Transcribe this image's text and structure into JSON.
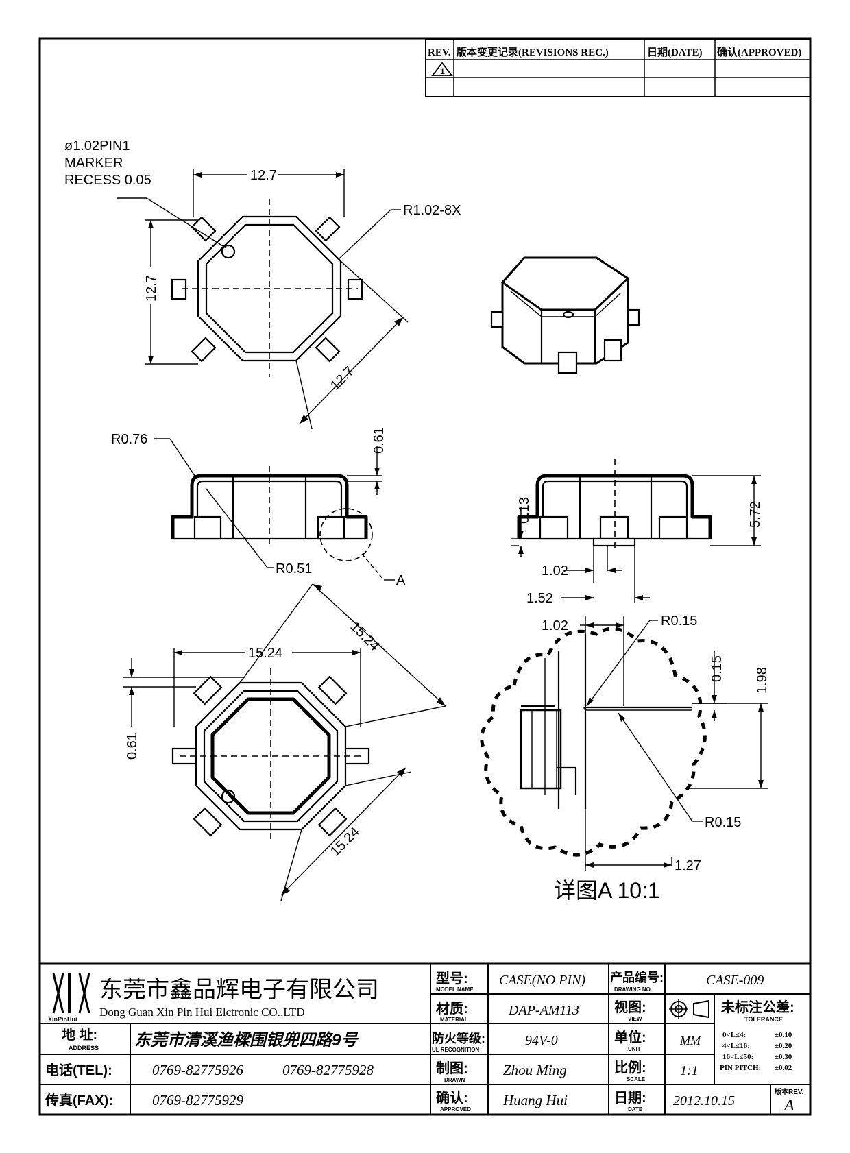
{
  "revision_table": {
    "headers": [
      "REV.",
      "版本变更记录(REVISIONS REC.)",
      "日期(DATE)",
      "确认(APPROVED)"
    ],
    "row1_rev_symbol": "1"
  },
  "top_view": {
    "pin1_marker_lines": [
      "ø1.02PIN1",
      "MARKER",
      "RECESS 0.05"
    ],
    "dim_width": "12.7",
    "dim_height": "12.7",
    "dim_diagonal": "12.7",
    "corner_radius": "R1.02-8X"
  },
  "side_view_left": {
    "r076": "R0.76",
    "d061": "0.61",
    "r051": "R0.51",
    "detail_ref": "A"
  },
  "side_view_right": {
    "d013": "0.13",
    "d572": "5.72",
    "d102": "1.02",
    "d152": "1.52"
  },
  "bottom_view": {
    "dim_width": "15.24",
    "dim_diagonal_top": "15.24",
    "dim_diagonal_bottom": "15.24",
    "d061": "0.61"
  },
  "detail_a": {
    "d102": "1.02",
    "r015_top": "R0.15",
    "d015": "0.15",
    "d198": "1.98",
    "r015_bottom": "R0.15",
    "d127": "1.27",
    "caption": "详图A 10:1"
  },
  "title_block": {
    "company_cn": "东莞市鑫品辉电子有限公司",
    "company_en": "Dong Guan Xin Pin Hui Elctronic CO.,LTD",
    "logo_text": "XinPinHui",
    "address_label": "地  址:",
    "address_label_en": "ADDRESS",
    "address_value": "东莞市清溪渔樑围银兜四路9号",
    "tel_label": "电话(TEL):",
    "tel_value1": "0769-82775926",
    "tel_value2": "0769-82775928",
    "fax_label": "传真(FAX):",
    "fax_value": "0769-82775929",
    "model_label": "型号:",
    "model_label_en": "MODEL NAME",
    "model_value": "CASE(NO PIN)",
    "material_label": "材质:",
    "material_label_en": "MATERIAL",
    "material_value": "DAP-AM113",
    "ul_label": "防火等级:",
    "ul_label_en": "UL RECOGNITION",
    "ul_value": "94V-0",
    "drawn_label": "制图:",
    "drawn_label_en": "DRAWN",
    "drawn_value": "Zhou Ming",
    "approved_label": "确认:",
    "approved_label_en": "APPROVED",
    "approved_value": "Huang Hui",
    "drawing_no_label": "产品编号:",
    "drawing_no_label_en": "DRAWING NO.",
    "drawing_no_value": "CASE-009",
    "view_label": "视图:",
    "view_label_en": "VIEW",
    "unit_label": "单位:",
    "unit_label_en": "UNIT",
    "unit_value": "MM",
    "scale_label": "比例:",
    "scale_label_en": "SCALE",
    "scale_value": "1:1",
    "date_label": "日期:",
    "date_label_en": "DATE",
    "date_value": "2012.10.15",
    "tolerance_label": "未标注公差:",
    "tolerance_label_en": "TOLERANCE",
    "tolerance_rows": [
      {
        "range": "0<L≤4:",
        "value": "±0.10"
      },
      {
        "range": "4<L≤16:",
        "value": "±0.20"
      },
      {
        "range": "16<L≤50:",
        "value": "±0.30"
      },
      {
        "range": "PIN PITCH:",
        "value": "±0.02"
      }
    ],
    "rev_label": "版本REV.",
    "rev_value": "A"
  }
}
